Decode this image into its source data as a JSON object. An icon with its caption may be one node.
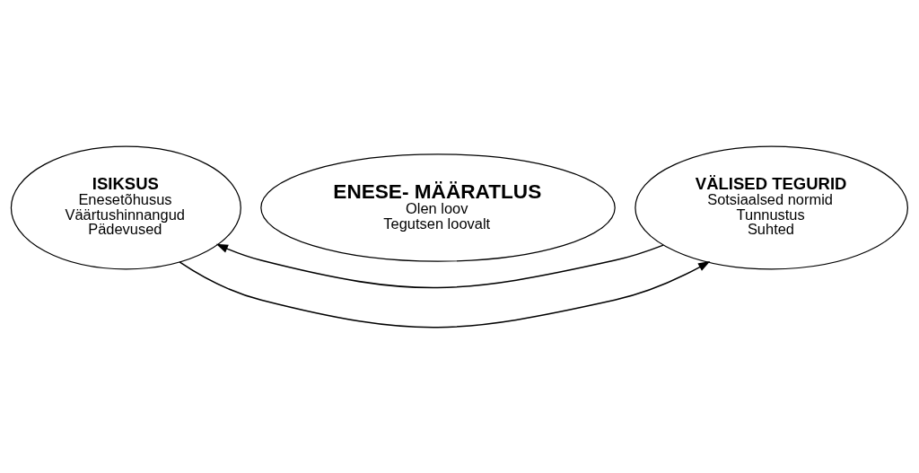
{
  "diagram": {
    "nodes": [
      {
        "text": [
          "ISIKSUS",
          "Enesetõhusus",
          "Väärtushinnangud",
          "Pädevused"
        ]
      },
      {
        "text": [
          "ENESE- MÄÄRATLUS",
          "Olen loov",
          "Tegutsen loovalt"
        ]
      },
      {
        "text": [
          "VÄLISED TEGURID",
          "Sotsiaalsed normid",
          "Tunnustus",
          "Suhted"
        ]
      }
    ],
    "edges": [
      {
        "from": 0,
        "to": 2,
        "arrow": "to"
      },
      {
        "from": 2,
        "to": 0,
        "arrow": "to"
      }
    ]
  }
}
